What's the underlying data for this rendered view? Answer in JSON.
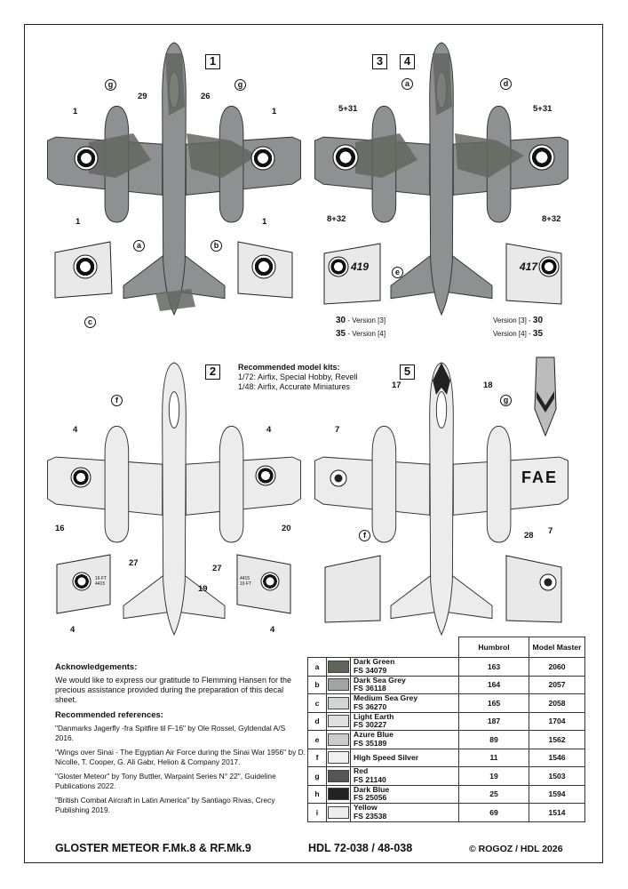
{
  "views": [
    {
      "id": "1"
    },
    {
      "id": "3"
    },
    {
      "id": "4"
    },
    {
      "id": "2"
    },
    {
      "id": "5"
    }
  ],
  "callouts": {
    "v1_29": "29",
    "v1_26": "26",
    "v1_1a": "1",
    "v1_1b": "1",
    "v1_1c": "1",
    "v1_1d": "1",
    "v34_531a": "5+31",
    "v34_531b": "5+31",
    "v34_832a": "8+32",
    "v34_832b": "8+32",
    "v2_4a": "4",
    "v2_4b": "4",
    "v2_4c": "4",
    "v2_4d": "4",
    "v2_16": "16",
    "v2_20": "20",
    "v2_27a": "27",
    "v2_27b": "27",
    "v2_19": "19",
    "v5_17": "17",
    "v5_18": "18",
    "v5_7a": "7",
    "v5_7b": "7",
    "v5_28": "28"
  },
  "circle_callouts": {
    "g1": "g",
    "g2": "g",
    "a1": "a",
    "b1": "b",
    "c1": "c",
    "a2": "a",
    "d1": "d",
    "e1": "e",
    "f1": "f",
    "g3": "g",
    "f2": "f"
  },
  "serials": {
    "left": "419",
    "right": "417"
  },
  "versions": [
    {
      "num": "30",
      "text": "- Version [3]"
    },
    {
      "num": "35",
      "text": "- Version [4]"
    },
    {
      "text": "Version [3] -",
      "num": "30"
    },
    {
      "text": "Version [4] -",
      "num": "35"
    }
  ],
  "fae_code": "FAE",
  "small_wing_text": {
    "left": "16 FT\n4415",
    "right": "4415\n16 FT"
  },
  "recommended_kits": {
    "heading": "Recommended model kits:",
    "line1": "1/72: Airfix, Special Hobby, Revell",
    "line2": "1/48: Airfix, Accurate Miniatures"
  },
  "acknowledgements": {
    "heading": "Acknowledgements:",
    "text": "We would like to express our gratitude to Flemming Hansen for the precious assistance provided during the preparation of this decal sheet."
  },
  "references": {
    "heading": "Recommended references:",
    "items": [
      "\"Danmarks Jagerfly -fra Spitfire til F-16\" by Ole Rossel, Gyldendal A/S 2016.",
      "\"Wings over Sinai - The Egyptian Air Force during the Sinai War 1956\" by D. Nicolle, T. Cooper, G. Ali Gabr, Helion & Company 2017.",
      "\"Gloster Meteor\" by Tony Buttler, Warpaint Series N° 22\", Guideline Publications 2022.",
      "\"British Combat Aircraft in Latin America\" by Santiago Rivas, Crecy Publishing 2019."
    ]
  },
  "color_table": {
    "headers": {
      "humbrol": "Humbrol",
      "model_master": "Model Master"
    },
    "rows": [
      {
        "code": "a",
        "name": "Dark Green",
        "fs": "FS 34079",
        "humbrol": "163",
        "mm": "2060",
        "swatch": "#5e6657"
      },
      {
        "code": "b",
        "name": "Dark Sea Grey",
        "fs": "FS 36118",
        "humbrol": "164",
        "mm": "2057",
        "swatch": "#a1a3a5"
      },
      {
        "code": "c",
        "name": "Medium Sea Grey",
        "fs": "FS 36270",
        "humbrol": "165",
        "mm": "2058",
        "swatch": "#d2d4d6"
      },
      {
        "code": "d",
        "name": "Light Earth",
        "fs": "FS 30227",
        "humbrol": "187",
        "mm": "1704",
        "swatch": "#e0e0e0"
      },
      {
        "code": "e",
        "name": "Azure Blue",
        "fs": "FS 35189",
        "humbrol": "89",
        "mm": "1562",
        "swatch": "#c9cbcd"
      },
      {
        "code": "f",
        "name": "High Speed Silver",
        "fs": "",
        "humbrol": "11",
        "mm": "1546",
        "swatch": "#f0f0f0"
      },
      {
        "code": "g",
        "name": "Red",
        "fs": "FS 21140",
        "humbrol": "19",
        "mm": "1503",
        "swatch": "#555555"
      },
      {
        "code": "h",
        "name": "Dark Blue",
        "fs": "FS 25056",
        "humbrol": "25",
        "mm": "1594",
        "swatch": "#222222"
      },
      {
        "code": "i",
        "name": "Yellow",
        "fs": "FS 23538",
        "humbrol": "69",
        "mm": "1514",
        "swatch": "#ededed"
      }
    ]
  },
  "footer": {
    "title": "GLOSTER METEOR F.Mk.8 & RF.Mk.9",
    "code": "HDL 72-038 / 48-038",
    "copyright": "© ROGOZ / HDL 2026"
  }
}
